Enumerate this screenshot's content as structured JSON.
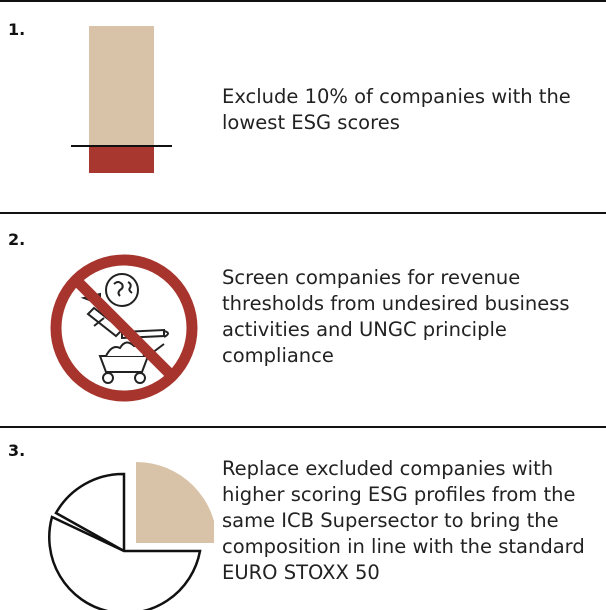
{
  "steps": [
    {
      "number": "1.",
      "text": "Exclude 10% of companies with the lowest ESG scores",
      "icon": "bar-threshold-icon"
    },
    {
      "number": "2.",
      "text": "Screen companies for revenue thresholds from undesired business activities and UNGC principle compliance",
      "icon": "prohibited-activities-icon"
    },
    {
      "number": "3.",
      "text": "Replace excluded companies with higher scoring ESG profiles from the same ICB Supersector to bring the composition in line with the standard EURO STOXX 50",
      "icon": "pie-replace-icon"
    }
  ],
  "colors": {
    "tan": "#d8c3a8",
    "dark_red": "#a8372f",
    "prohibit_red": "#a7352d",
    "line": "#111111"
  }
}
